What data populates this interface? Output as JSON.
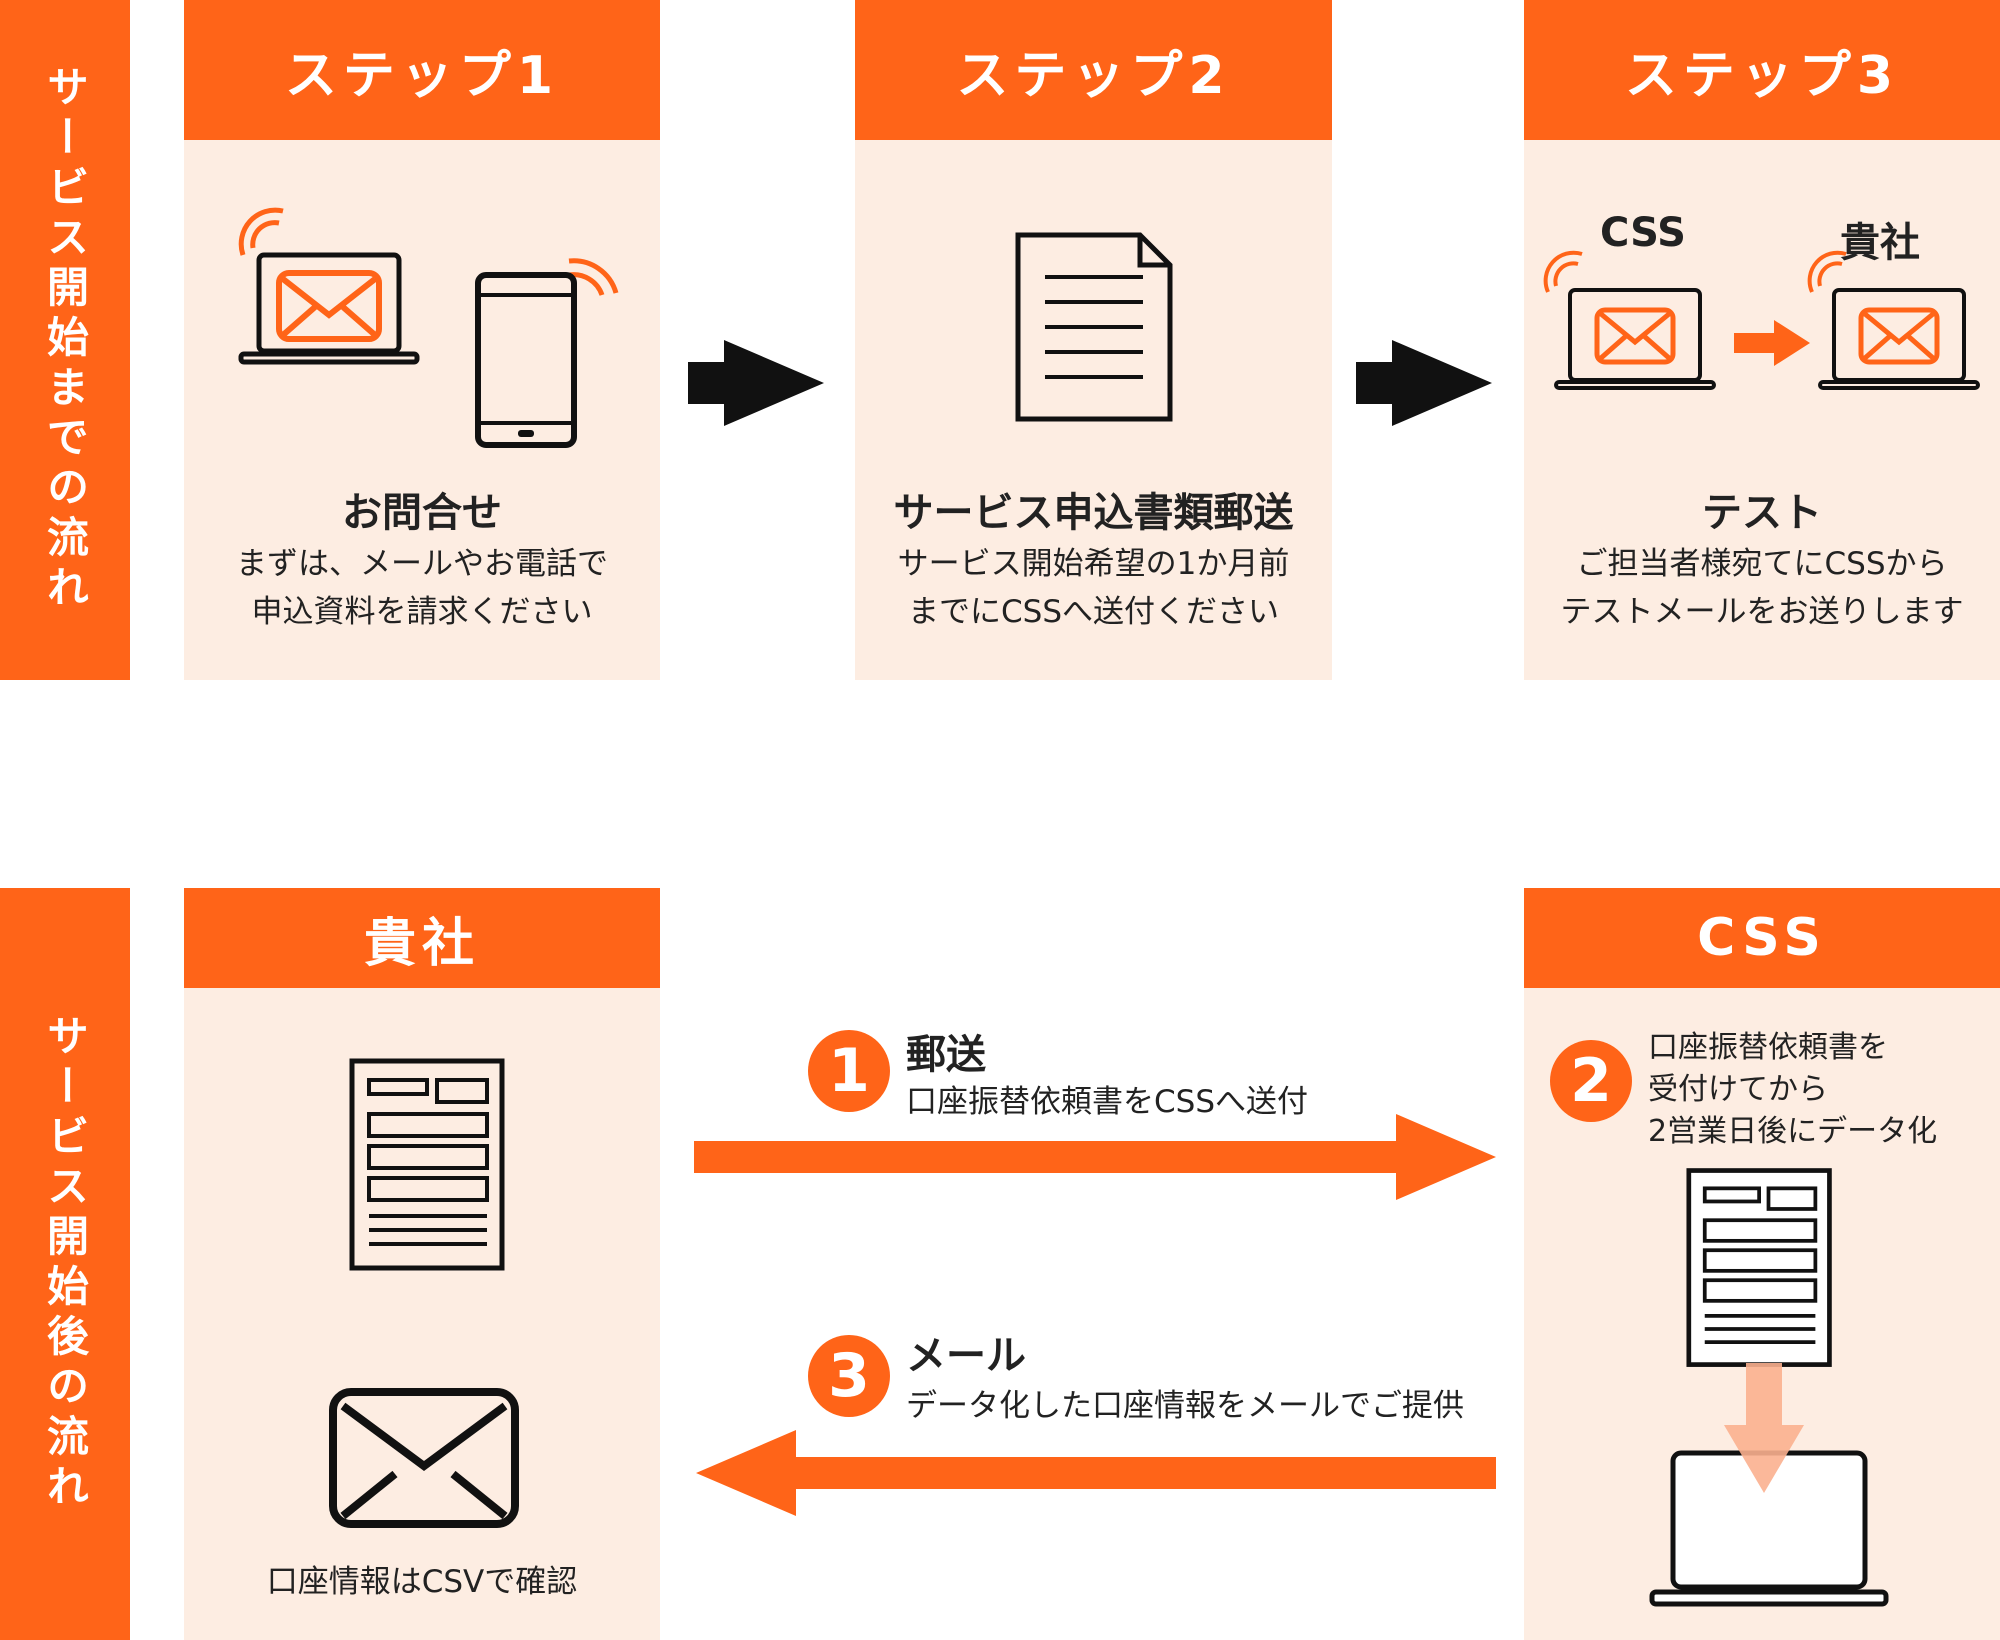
{
  "colors": {
    "accent": "#ff6418",
    "panel": "#fdede2",
    "light_arrow": "#fbb08f"
  },
  "before": {
    "sidebar": "サービス開始までの流れ",
    "steps": [
      {
        "header": "ステップ1",
        "title": "お問合せ",
        "desc1": "まずは、メールやお電話で",
        "desc2": "申込資料を請求ください"
      },
      {
        "header": "ステップ2",
        "title": "サービス申込書類郵送",
        "desc1": "サービス開始希望の1か月前",
        "desc2": "までにCSSへ送付ください"
      },
      {
        "header": "ステップ3",
        "title": "テスト",
        "desc1": "ご担当者様宛てにCSSから",
        "desc2": "テストメールをお送りします",
        "from_label": "CSS",
        "to_label": "貴社"
      }
    ]
  },
  "after": {
    "sidebar": "サービス開始後の流れ",
    "client_header": "貴社",
    "css_header": "CSS",
    "client_caption": "口座情報はCSVで確認",
    "step1": {
      "number": "1",
      "title": "郵送",
      "desc": "口座振替依頼書をCSSへ送付"
    },
    "step2": {
      "number": "2",
      "line1": "口座振替依頼書を",
      "line2": "受付けてから",
      "line3": "2営業日後にデータ化"
    },
    "step3": {
      "number": "3",
      "title": "メール",
      "desc": "データ化した口座情報をメールでご提供"
    }
  }
}
